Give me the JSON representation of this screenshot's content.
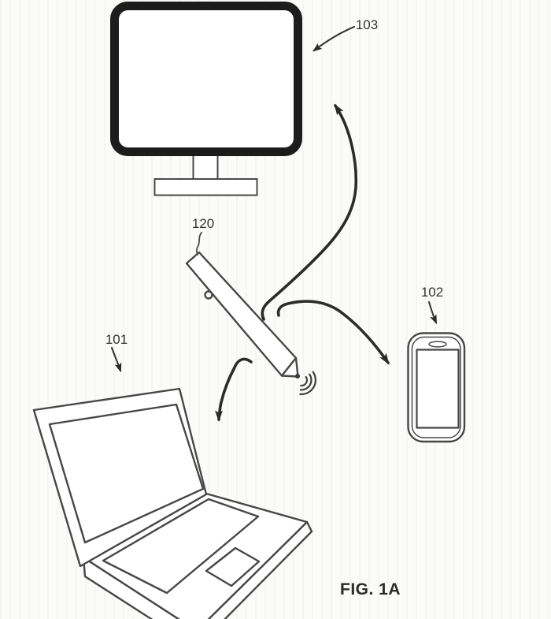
{
  "figure": {
    "caption": "FIG. 1A"
  },
  "reference_labels": {
    "laptop": "101",
    "smartphone": "102",
    "monitor": "103",
    "stylus": "120"
  },
  "connections": [
    {
      "from": "stylus",
      "to": "monitor"
    },
    {
      "from": "stylus",
      "to": "smartphone"
    },
    {
      "from": "stylus",
      "to": "laptop"
    }
  ],
  "colors": {
    "background": "#fbfbfa",
    "linework": "#474747",
    "monitor_outline": "#1c1c1c",
    "arrow": "#2b2b2b",
    "label_text": "#333333"
  }
}
